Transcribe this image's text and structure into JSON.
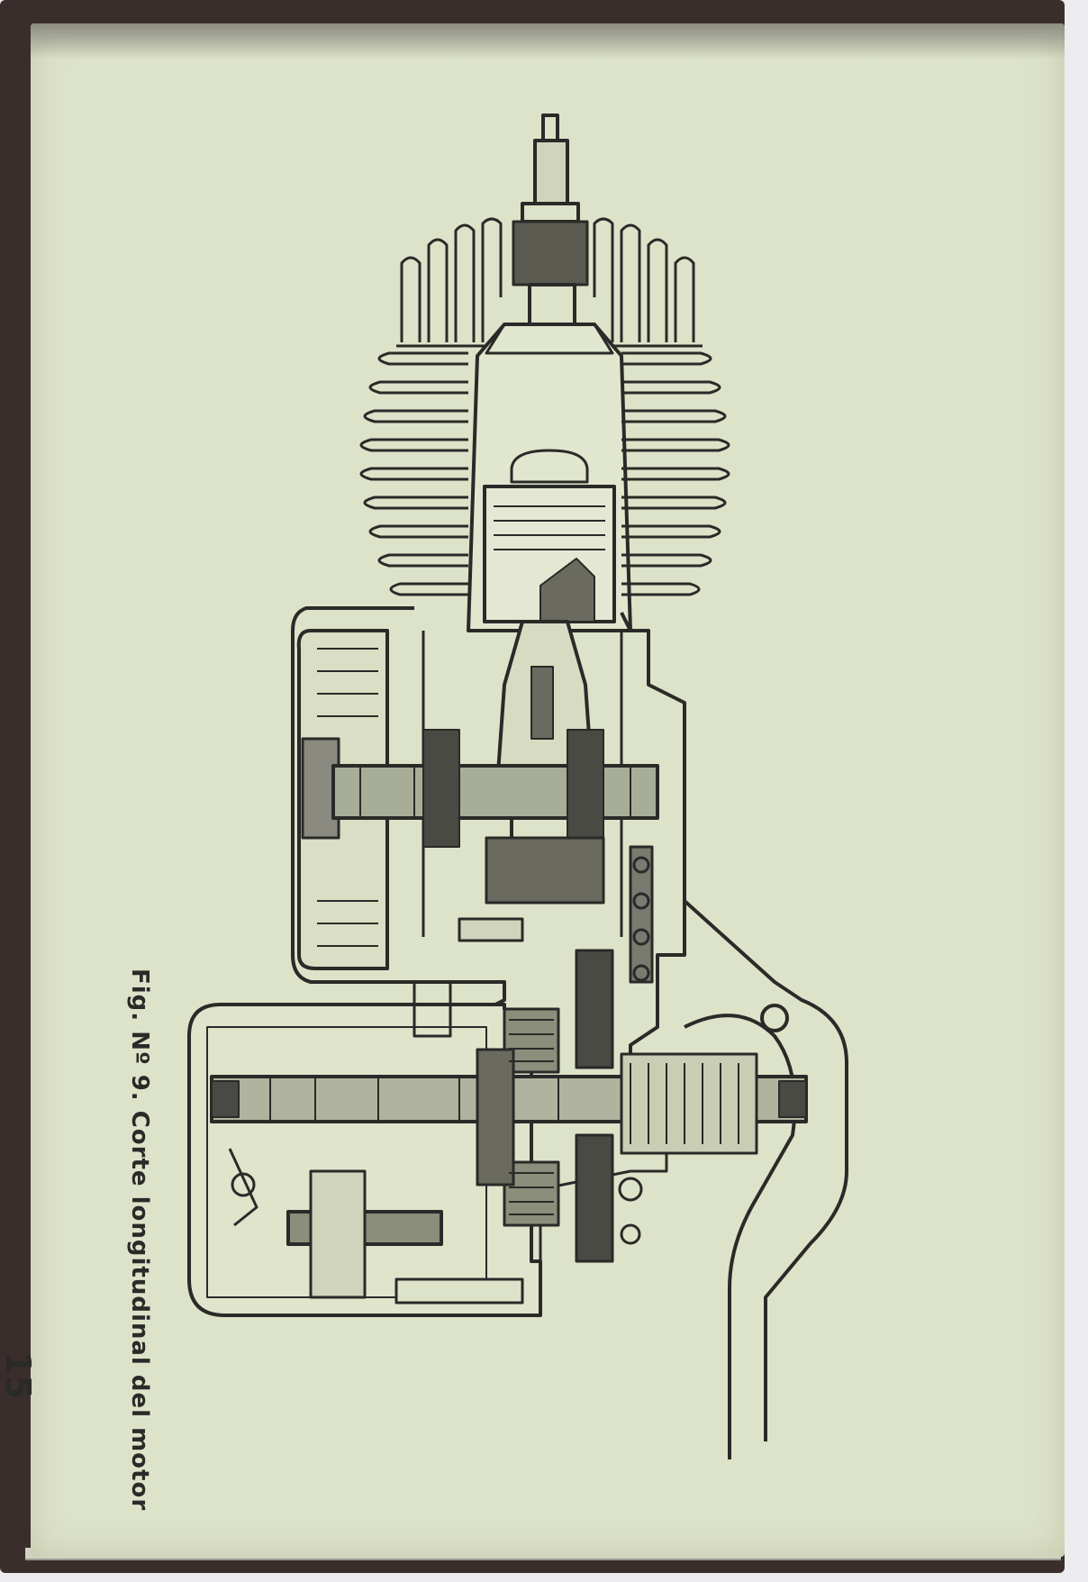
{
  "figure": {
    "caption": "Fig. Nº 9. Corte longitudinal del motor",
    "subject": "engine-cross-section"
  },
  "page": {
    "number": "15"
  },
  "colors": {
    "paper": "#dde3c9",
    "ink": "#2a2a28",
    "binding": "#3a2e2c"
  }
}
